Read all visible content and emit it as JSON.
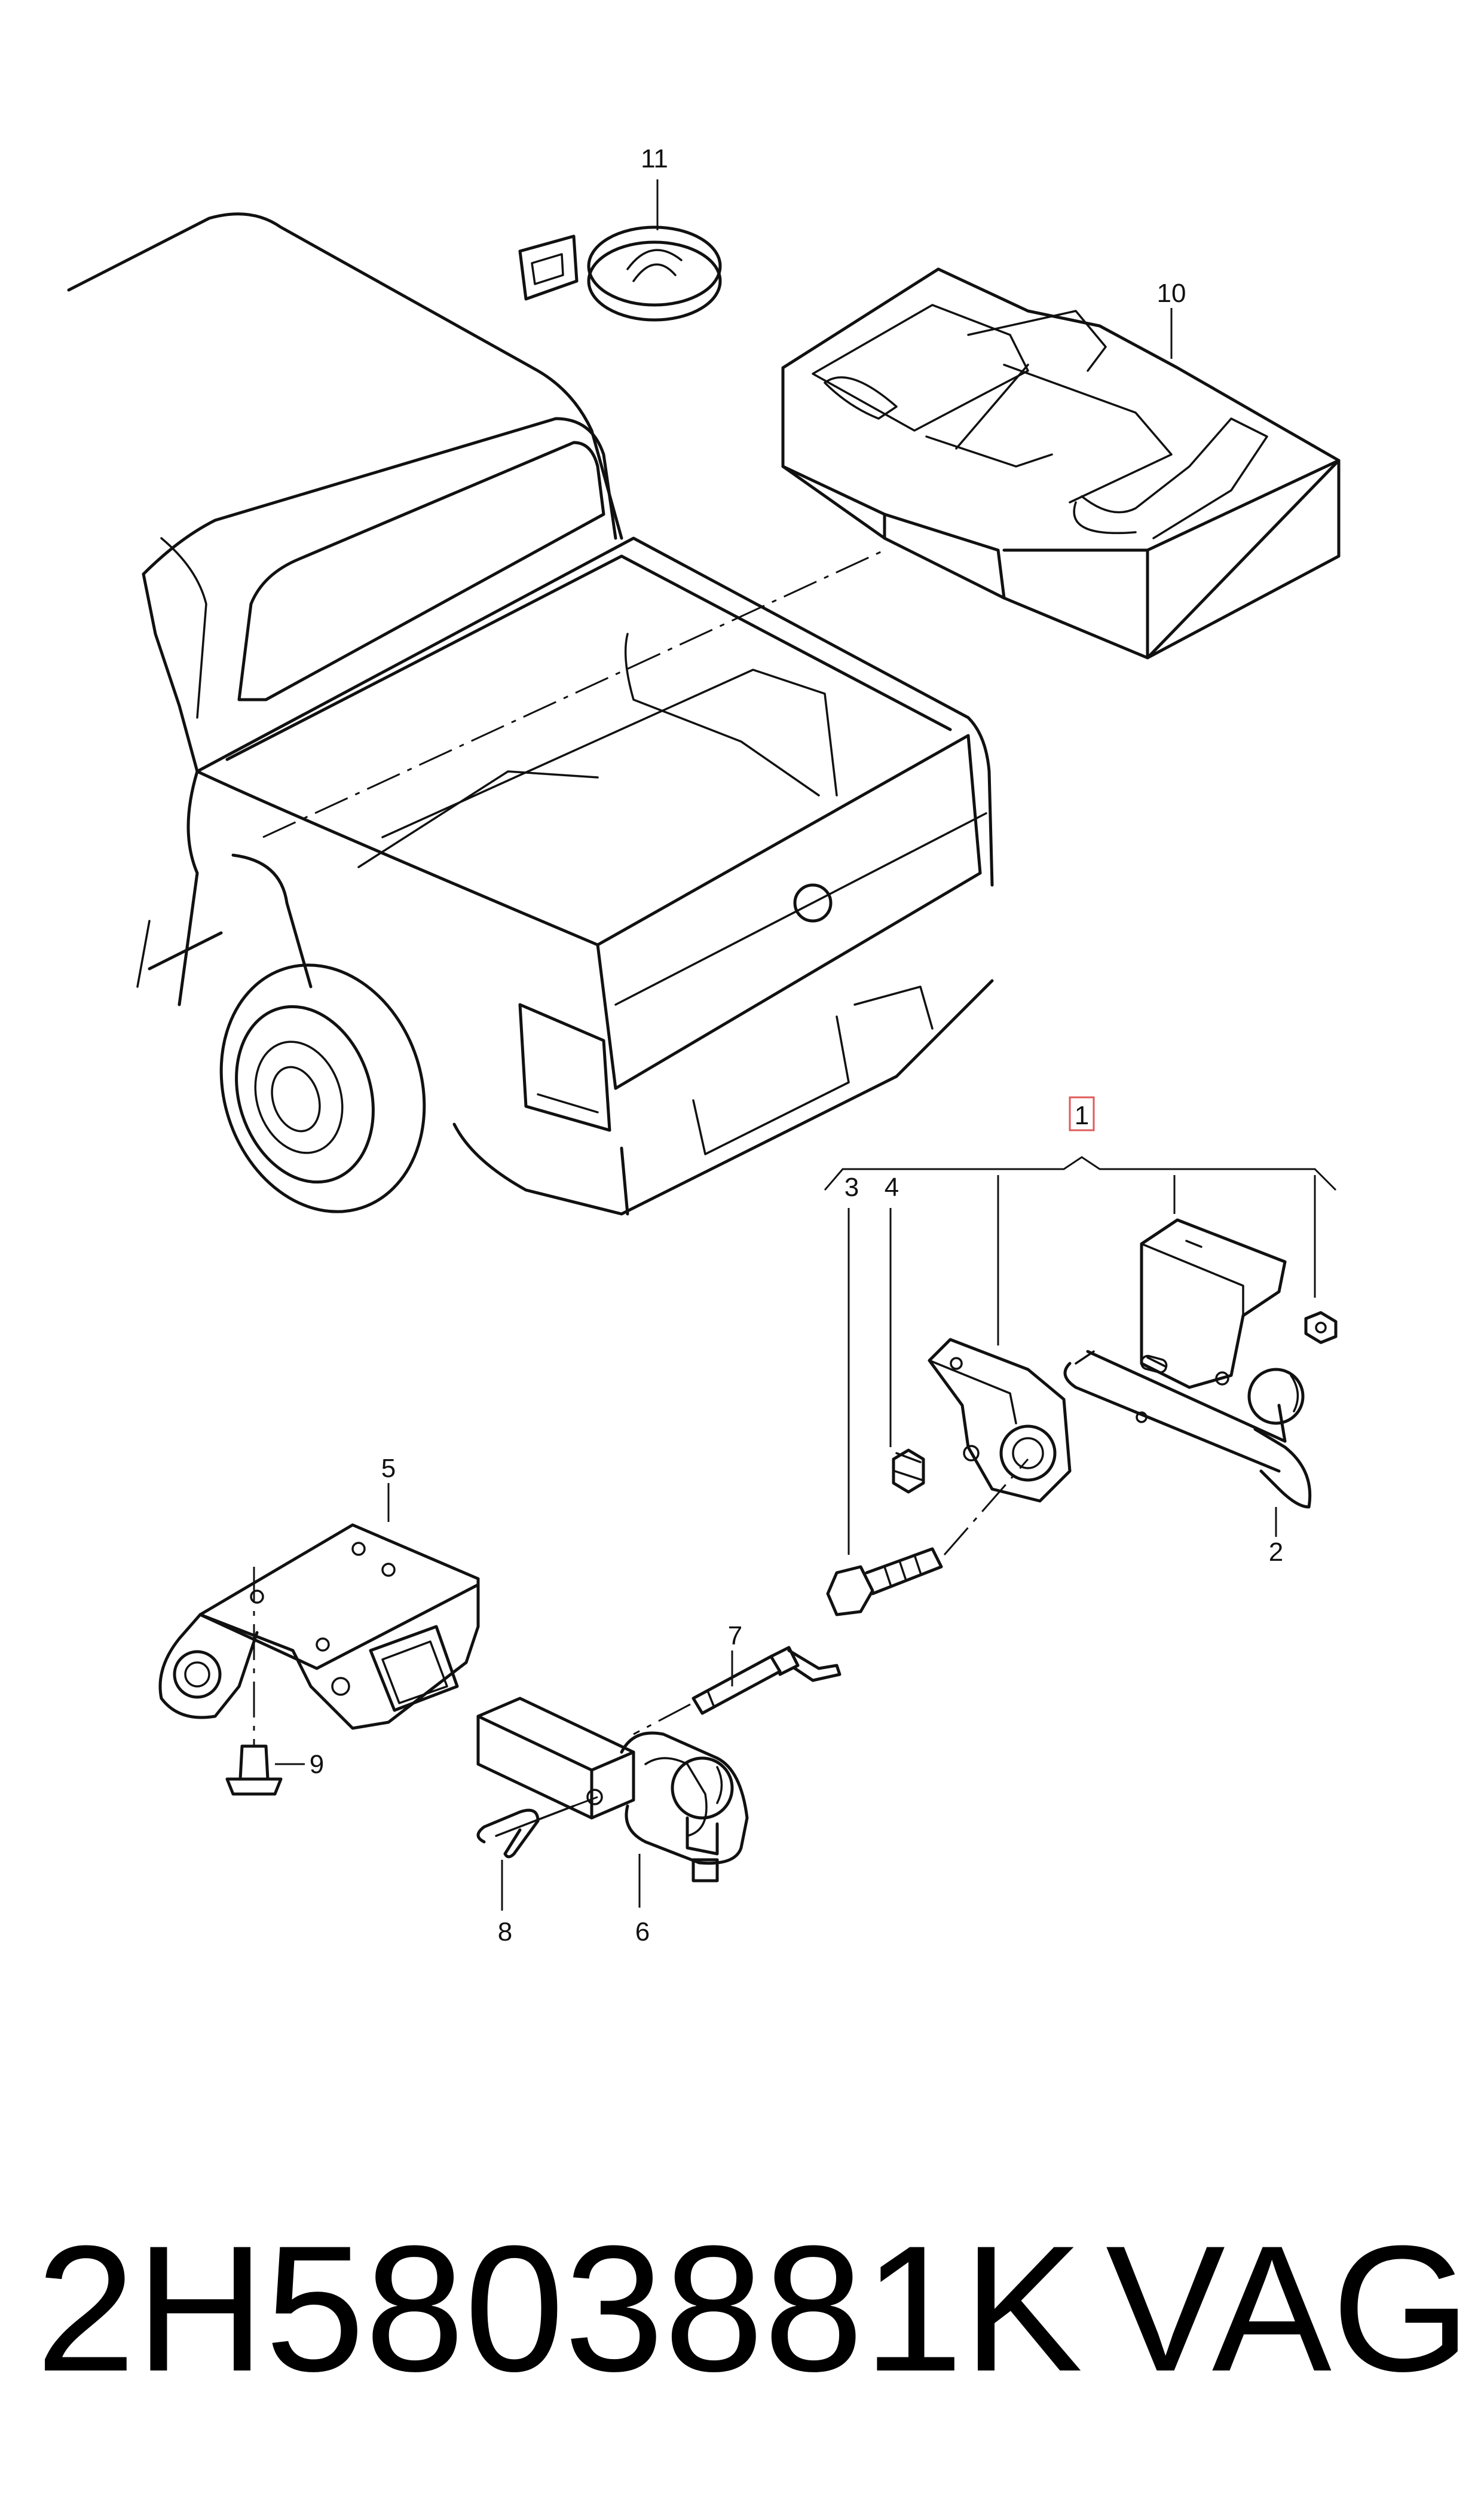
{
  "callouts": {
    "c1": "1",
    "c2": "2",
    "c3": "3",
    "c4": "4",
    "c5": "5",
    "c6": "6",
    "c7": "7",
    "c8": "8",
    "c9": "9",
    "c10": "10",
    "c11": "11"
  },
  "highlight_color": "#e05a5a",
  "footer": {
    "part_number": "2H5803881K",
    "brand": "VAG"
  }
}
